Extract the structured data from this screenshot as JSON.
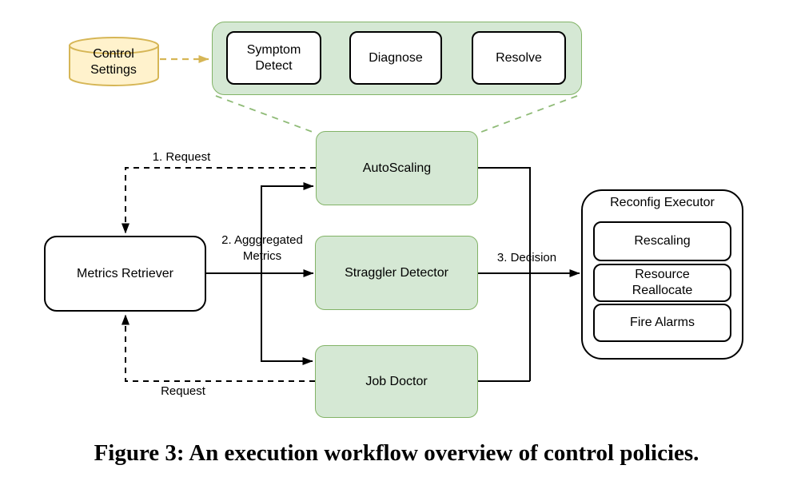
{
  "caption": "Figure 3: An execution workflow overview of control policies.",
  "colors": {
    "policy_fill": "#d5e8d4",
    "policy_border": "#82b366",
    "settings_fill": "#fff2cc",
    "settings_border": "#d6b656",
    "line": "#000000"
  },
  "nodes": {
    "control_settings": "Control Settings",
    "symptom_detect": "Symptom Detect",
    "diagnose": "Diagnose",
    "resolve": "Resolve",
    "autoscaling": "AutoScaling",
    "metrics_retriever": "Metrics Retriever",
    "straggler_detector": "Straggler Detector",
    "job_doctor": "Job Doctor",
    "reconfig_executor": {
      "title": "Reconfig Executor",
      "items": [
        "Rescaling",
        "Resource Reallocate",
        "Fire Alarms"
      ]
    }
  },
  "edge_labels": {
    "request_top": "1. Request",
    "aggregated_metrics": "2. Agggregated Metrics",
    "decision": "3. Decision",
    "request_bottom": "Request"
  }
}
